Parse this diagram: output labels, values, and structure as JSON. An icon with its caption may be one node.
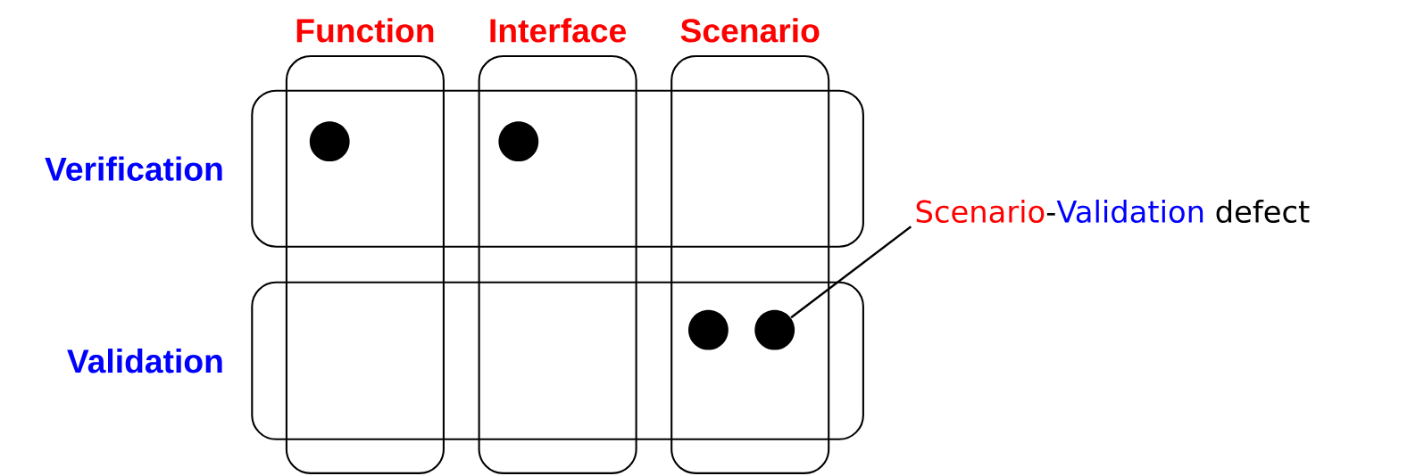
{
  "diagram": {
    "nodes": [
      {
        "text": [
          "Function"
        ]
      },
      {
        "text": [
          "Interface"
        ]
      },
      {
        "text": [
          "Scenario"
        ]
      },
      {
        "text": [
          "Verification"
        ]
      },
      {
        "text": [
          "Validation"
        ]
      },
      {
        "text": [],
        "shape": "circle"
      },
      {
        "text": [],
        "shape": "circle"
      },
      {
        "text": [],
        "shape": "circle"
      },
      {
        "text": [],
        "shape": "circle"
      },
      {
        "text": [
          "Scenario",
          "-",
          "Validation",
          "defect"
        ]
      }
    ],
    "edges": [
      {
        "from": 9,
        "to": 8,
        "arrow": "none"
      }
    ]
  }
}
